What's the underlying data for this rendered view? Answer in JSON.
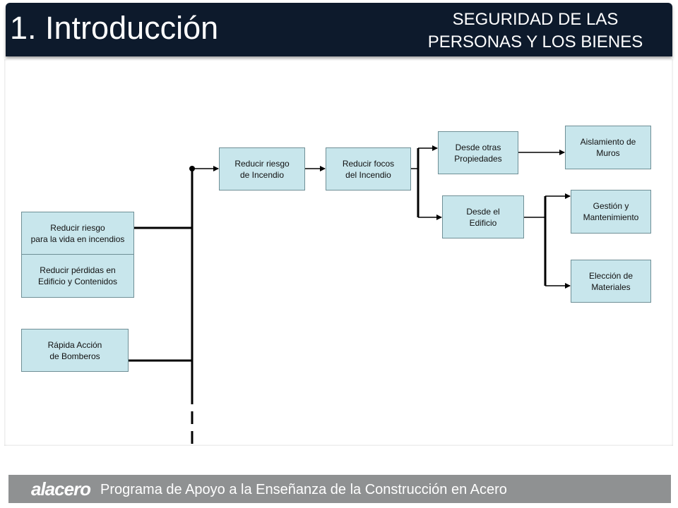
{
  "header": {
    "title": "1. Introducción",
    "subtitle_line1": "SEGURIDAD DE LAS",
    "subtitle_line2": "PERSONAS Y LOS BIENES"
  },
  "diagram": {
    "nodes": {
      "vida": "Reducir riesgo\npara la vida en incendios",
      "perdidas": "Reducir pérdidas en\nEdificio y Contenidos",
      "bomberos": "Rápida Acción\nde Bomberos",
      "riesgo_incendio": "Reducir riesgo\nde Incendio",
      "focos": "Reducir focos\ndel Incendio",
      "otras_propiedades": "Desde otras\nPropiedades",
      "edificio": "Desde el\nEdificio",
      "aislamiento": "Aislamiento de\nMuros",
      "gestion": "Gestión y\nMantenimiento",
      "materiales": "Elección de\nMateriales"
    }
  },
  "footer": {
    "logo": "alacero",
    "text": "Programa de Apoyo a la Enseñanza de la Construcción en Acero"
  },
  "colors": {
    "header_bg": "#0d1a2c",
    "node_fill": "#c8e6ec",
    "footer_bg": "#8f9192"
  }
}
